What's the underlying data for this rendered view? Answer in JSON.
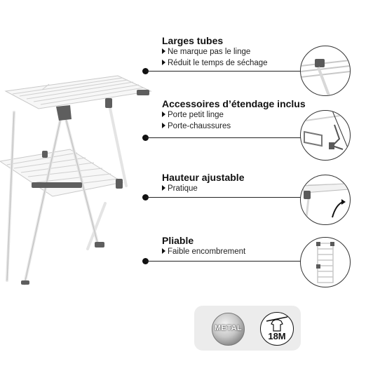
{
  "features": [
    {
      "title": "Larges tubes",
      "bullets": [
        "Ne marque pas le linge",
        "Réduit le temps de séchage"
      ],
      "icon": "tube-closeup"
    },
    {
      "title": "Accessoires d’étendage inclus",
      "bullets": [
        "Porte petit linge",
        "Porte-chaussures"
      ],
      "icon": "accessories"
    },
    {
      "title": "Hauteur ajustable",
      "bullets": [
        "Pratique"
      ],
      "icon": "height-adjust-arrow"
    },
    {
      "title": "Pliable",
      "bullets": [
        "Faible encombrement"
      ],
      "icon": "folded-rack"
    }
  ],
  "badges": {
    "material": "METAL",
    "age": "18M",
    "age_icon": "clothes-hanger-icon"
  },
  "colors": {
    "frame": "#f2f2f2",
    "accent_dark": "#5a5a5a",
    "text": "#111111"
  }
}
